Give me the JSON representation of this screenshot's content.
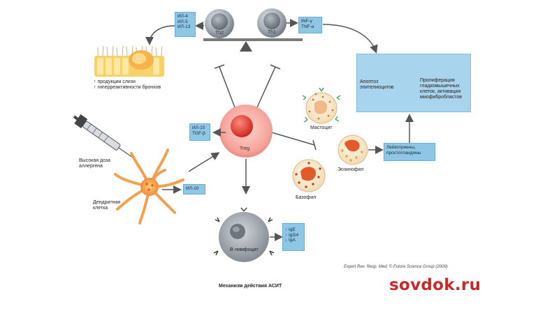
{
  "labels": {
    "il_th2": "ИЛ-4\nИЛ-5\nИЛ-13",
    "th2": "Th2",
    "th1": "Th1",
    "ifn": "INF-γ\nTNF-α",
    "mucus": "↑ продукции слизи\n↑ гиперреактивности бронхов",
    "apoptosis": "Апоптоз\nэпителиоцитов",
    "prolif": "Пролиферация\nгладкомышечных\nклеток, активация\nмиофибробластов",
    "il10_tgf": "ИЛ-10\nTGF-β",
    "treg": "Treg",
    "mast": "Мастоцит",
    "leuko": "Лейкотриены,\nпростогландины",
    "eos": "Эозинофил",
    "baso": "Базофил",
    "allergen": "Высокая доза\nаллергена",
    "dendritic": "Дендритная\nклетка",
    "il10_dc": "ИЛ-10",
    "bcell": "B-лимфоцит",
    "ig": "↑ IgE\n↑ IgG4\n↓ IgA",
    "source": "Expert Rev. Resp. Med. © Future Science Group (2009)",
    "caption": "Механизм действия АСИТ",
    "watermark": "sovdok.ru"
  },
  "colors": {
    "blue_box": "#8ec6e6",
    "treg_red": "#e8423c",
    "grey_cell": "#9aa1aa",
    "watermark": "#c62a2a"
  }
}
